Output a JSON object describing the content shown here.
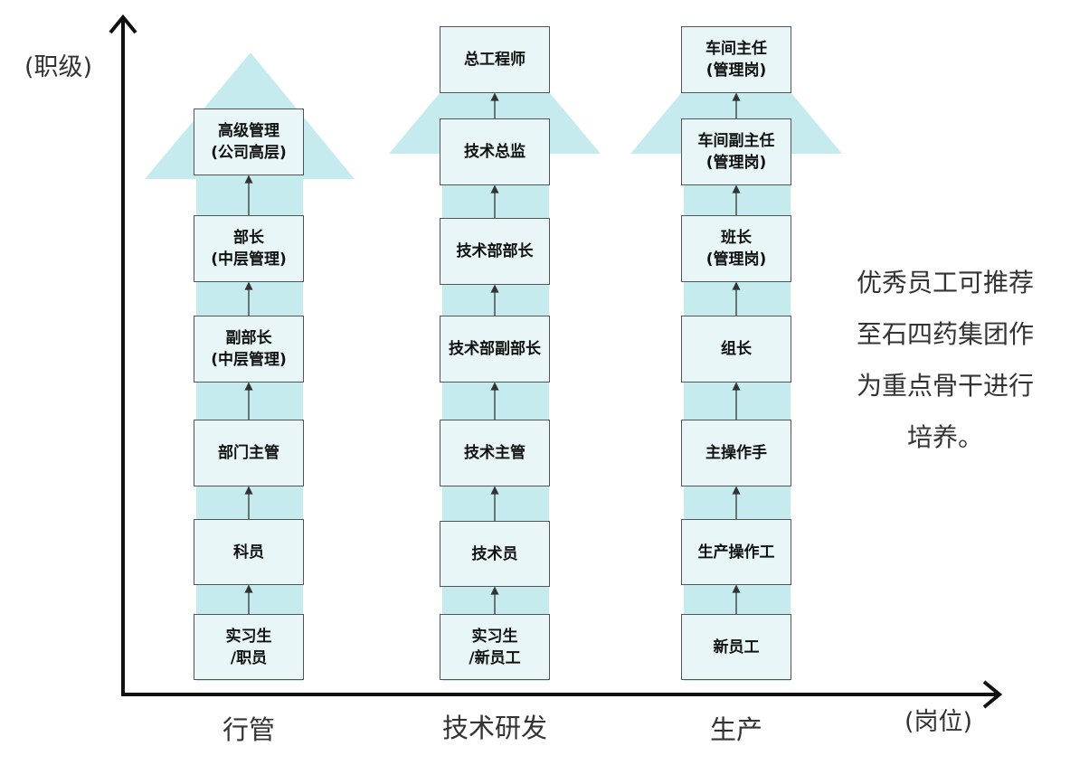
{
  "y_axis_label": "(职级)",
  "x_axis_label": "(岗位)",
  "columns": [
    {
      "category": "行管",
      "boxes": [
        {
          "lines": [
            "实习生",
            "/职员"
          ]
        },
        {
          "lines": [
            "科员"
          ]
        },
        {
          "lines": [
            "部门主管"
          ]
        },
        {
          "lines": [
            "副部长",
            "(中层管理)"
          ]
        },
        {
          "lines": [
            "部长",
            "(中层管理)"
          ]
        },
        {
          "lines": [
            "高级管理",
            "(公司高层)"
          ]
        }
      ]
    },
    {
      "category": "技术研发",
      "boxes": [
        {
          "lines": [
            "实习生",
            "/新员工"
          ]
        },
        {
          "lines": [
            "技术员"
          ]
        },
        {
          "lines": [
            "技术主管"
          ]
        },
        {
          "lines": [
            "技术部副部长"
          ]
        },
        {
          "lines": [
            "技术部部长"
          ]
        },
        {
          "lines": [
            "技术总监"
          ]
        },
        {
          "lines": [
            "总工程师"
          ]
        }
      ]
    },
    {
      "category": "生产",
      "boxes": [
        {
          "lines": [
            "新员工"
          ]
        },
        {
          "lines": [
            "生产操作工"
          ]
        },
        {
          "lines": [
            "主操作手"
          ]
        },
        {
          "lines": [
            "组长"
          ]
        },
        {
          "lines": [
            "班长",
            "(管理岗)"
          ]
        },
        {
          "lines": [
            "车间副主任",
            "(管理岗)"
          ]
        },
        {
          "lines": [
            "车间主任",
            "(管理岗)"
          ]
        }
      ]
    }
  ],
  "note_lines": [
    "优秀员工可推荐",
    "至石四药集团作",
    "为重点骨干进行",
    "培养。"
  ],
  "colors": {
    "band": "#c6ebee",
    "box_fill": "#e9f6f7",
    "axis": "#111111",
    "box_border": "#555555"
  }
}
